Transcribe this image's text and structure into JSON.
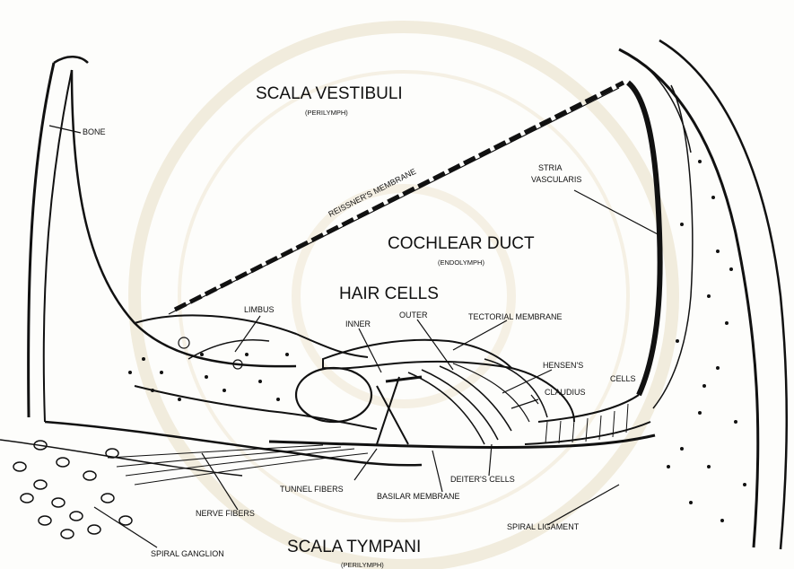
{
  "regions": {
    "scala_vestibuli": "SCALA VESTIBULI",
    "scala_vestibuli_fluid": "(PERILYMPH)",
    "cochlear_duct": "COCHLEAR DUCT",
    "cochlear_duct_fluid": "(ENDOLYMPH)",
    "scala_tympani": "SCALA TYMPANI",
    "scala_tympani_fluid": "(PERILYMPH)",
    "hair_cells": "HAIR CELLS"
  },
  "labels": {
    "bone": "BONE",
    "reissners_membrane": "REISSNER'S MEMBRANE",
    "stria_vascularis_1": "STRIA",
    "stria_vascularis_2": "VASCULARIS",
    "limbus": "LIMBUS",
    "inner": "INNER",
    "outer": "OUTER",
    "tectorial_membrane": "TECTORIAL MEMBRANE",
    "hensens": "HENSEN'S",
    "cells": "CELLS",
    "claudius": "CLAUDIUS",
    "tunnel_fibers": "TUNNEL FIBERS",
    "basilar_membrane": "BASILAR MEMBRANE",
    "deiters_cells": "DEITER'S CELLS",
    "nerve_fibers": "NERVE FIBERS",
    "spiral_ganglion": "SPIRAL GANGLION",
    "spiral_ligament": "SPIRAL LIGAMENT"
  },
  "colors": {
    "ink": "#111111",
    "paper": "#fdfdfb",
    "watermark": "#e9dfc6"
  }
}
